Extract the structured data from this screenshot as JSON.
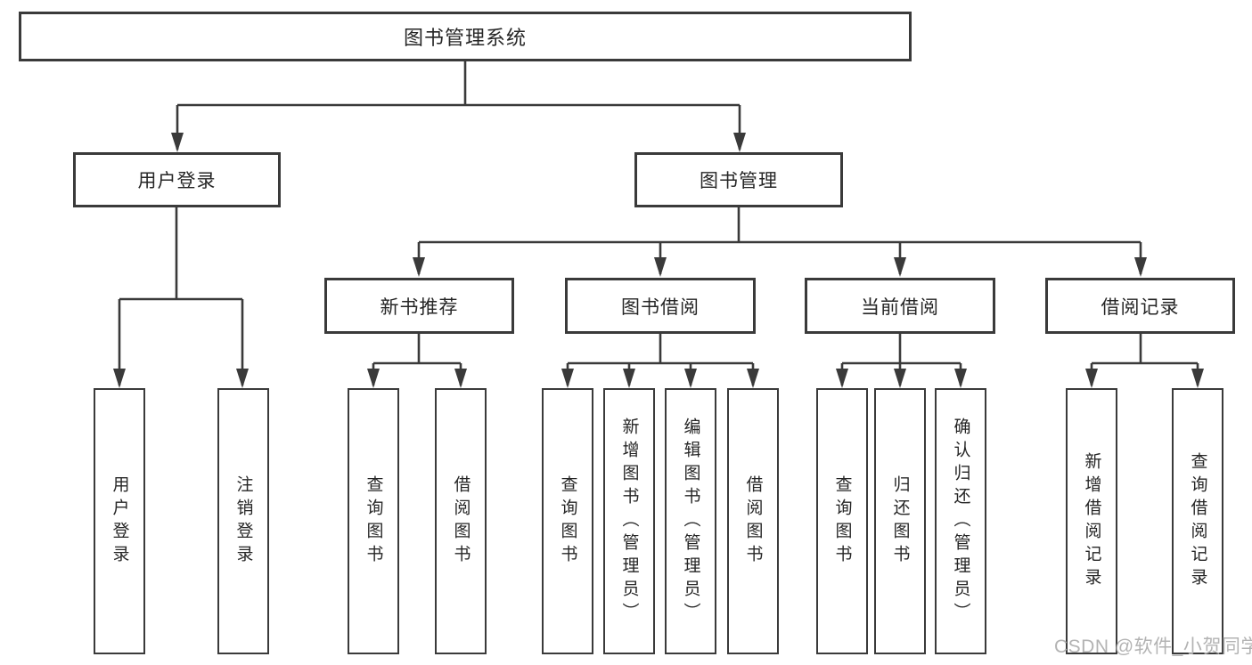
{
  "diagram": {
    "title": "图书管理系统",
    "root": {
      "label": "图书管理系统"
    },
    "branches": [
      {
        "label": "用户登录",
        "children": [
          {
            "label": "用户登录"
          },
          {
            "label": "注销登录"
          }
        ]
      },
      {
        "label": "图书管理",
        "children": [
          {
            "label": "新书推荐",
            "children": [
              {
                "label": "查询图书"
              },
              {
                "label": "借阅图书"
              }
            ]
          },
          {
            "label": "图书借阅",
            "children": [
              {
                "label": "查询图书"
              },
              {
                "label": "新增图书（管理员）"
              },
              {
                "label": "编辑图书（管理员）"
              },
              {
                "label": "借阅图书"
              }
            ]
          },
          {
            "label": "当前借阅",
            "children": [
              {
                "label": "查询图书"
              },
              {
                "label": "归还图书"
              },
              {
                "label": "确认归还（管理员）"
              }
            ]
          },
          {
            "label": "借阅记录",
            "children": [
              {
                "label": "新增借阅记录"
              },
              {
                "label": "查询借阅记录"
              }
            ]
          }
        ]
      }
    ]
  },
  "watermark": {
    "text": "CSDN @软件_小贺同学"
  },
  "colors": {
    "line": "#3a3a3a",
    "box_border": "#3a3a3a",
    "text": "#262626",
    "watermark": "#b3b3b3",
    "background": "#ffffff"
  }
}
